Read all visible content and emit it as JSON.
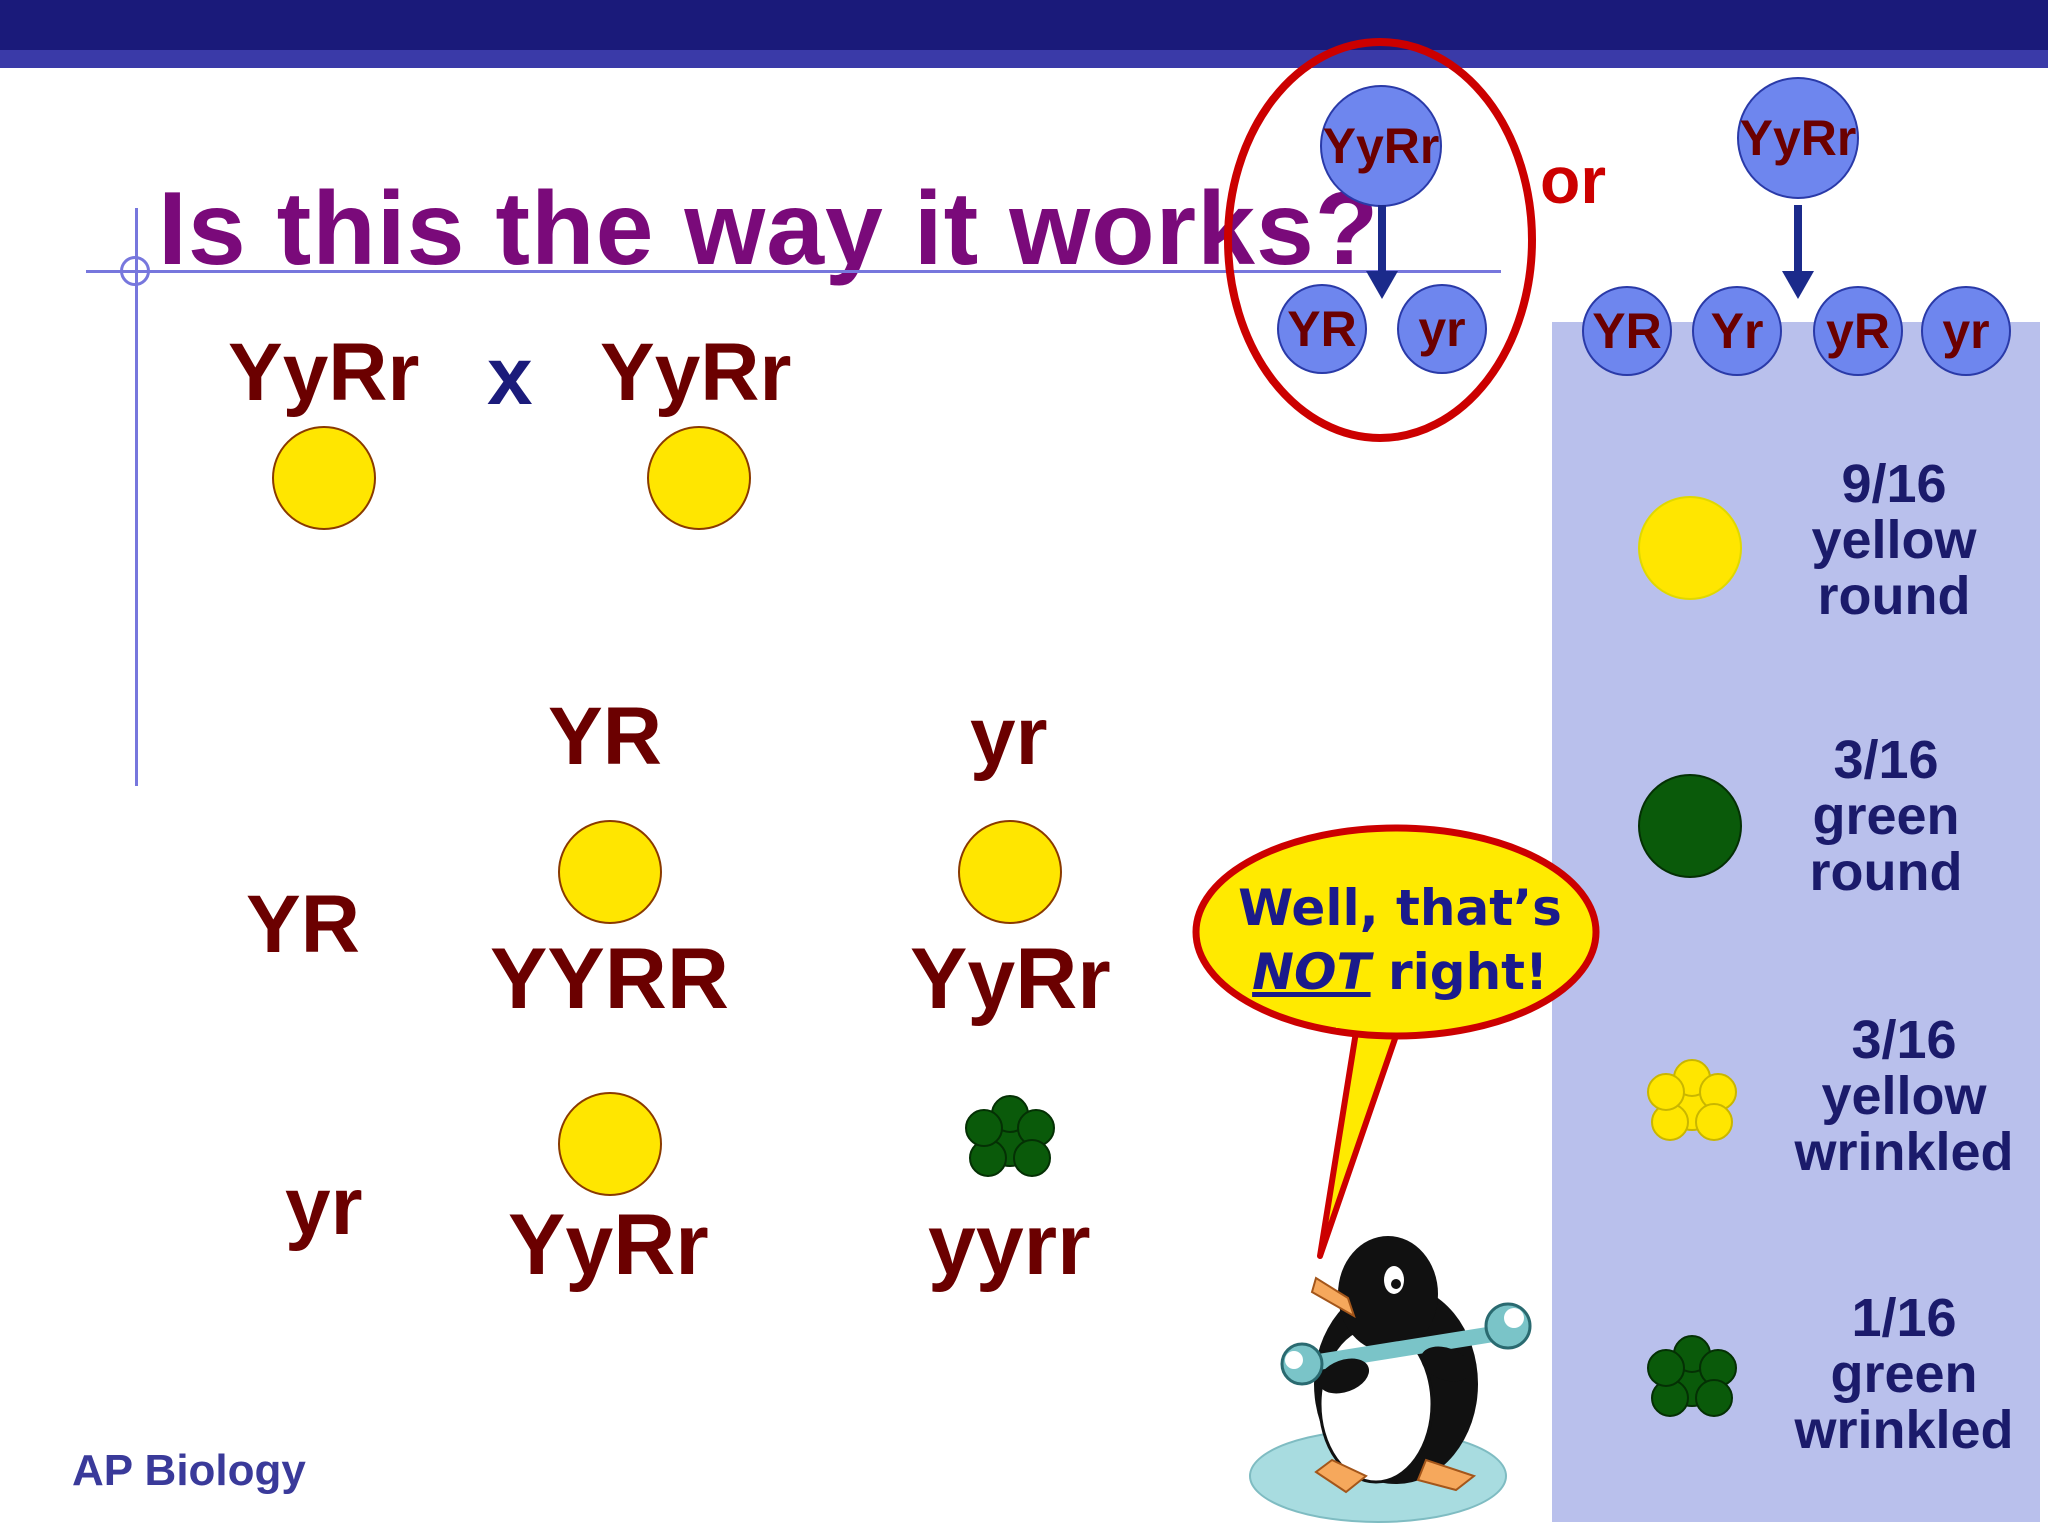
{
  "slide": {
    "title": "Is this the way it works?",
    "footer": "AP Biology",
    "or_label": "or"
  },
  "cross": {
    "parent1": "YyRr",
    "operator": "x",
    "parent2": "YyRr"
  },
  "punnett": {
    "col_headers": [
      "YR",
      "yr"
    ],
    "row_headers": [
      "YR",
      "yr"
    ],
    "cells": [
      {
        "genotype": "YYRR",
        "pea": "yellow-round"
      },
      {
        "genotype": "YyRr",
        "pea": "yellow-round"
      },
      {
        "genotype": "YyRr",
        "pea": "yellow-round"
      },
      {
        "genotype": "yyrr",
        "pea": "green-wrinkled"
      }
    ]
  },
  "meiosis_circled": {
    "parent": "YyRr",
    "gametes": [
      "YR",
      "yr"
    ]
  },
  "meiosis_alt": {
    "parent": "YyRr",
    "gametes": [
      "YR",
      "Yr",
      "yR",
      "yr"
    ]
  },
  "ratios": [
    {
      "fraction": "9/16",
      "color": "yellow",
      "shape": "round",
      "pea": "yellow-round"
    },
    {
      "fraction": "3/16",
      "color": "green",
      "shape": "round",
      "pea": "green-round"
    },
    {
      "fraction": "3/16",
      "color": "yellow",
      "shape": "wrinkled",
      "pea": "yellow-wrinkled"
    },
    {
      "fraction": "1/16",
      "color": "green",
      "shape": "wrinkled",
      "pea": "green-wrinkled"
    }
  ],
  "speech": {
    "line1": "Well, that’s",
    "not": "NOT",
    "rest": " right!"
  },
  "colors": {
    "title": "#7a0a7a",
    "genotype": "#6b0000",
    "yellow_pea": "#ffe600",
    "green_pea": "#0a5a0a",
    "panel": "#b9c0ec",
    "gamete": "#6e86ee",
    "highlight": "#cc0000",
    "header_bar": "#1a1a7a"
  },
  "icons": [
    "penguin-icon",
    "wrench-icon",
    "arrow-down-icon"
  ]
}
